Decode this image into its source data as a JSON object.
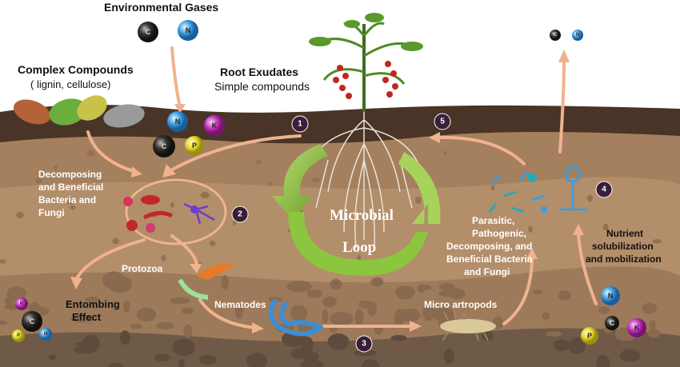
{
  "labels": {
    "environmental_gases": "Environmental Gases",
    "complex_compounds": "Complex Compounds",
    "complex_compounds_sub": "( lignin, cellulose)",
    "root_exudates": "Root Exudates",
    "simple_compounds": "Simple compounds",
    "decomposing": [
      "Decomposing",
      "and Beneficial",
      "Bacteria and",
      "Fungi"
    ],
    "protozoa": "Protozoa",
    "nematodes": "Nematodes",
    "micro_artropods": "Micro artropods",
    "entombing": [
      "Entombing",
      "Effect"
    ],
    "parasitic": [
      "Parasitic,",
      "Pathogenic,",
      "Decomposing, and",
      "Beneficial Bacteria",
      "and Fungi"
    ],
    "nutrient": [
      "Nutrient",
      "solubilization",
      "and mobilization"
    ],
    "microbial": "Microbial",
    "loop": "Loop"
  },
  "steps": [
    "1",
    "2",
    "3",
    "4",
    "5"
  ],
  "atoms": {
    "C": "C",
    "N": "N",
    "K": "K",
    "P": "P"
  },
  "colors": {
    "C": "#2e2a28",
    "N": "#3b9de0",
    "K": "#c234b8",
    "P": "#e5d92a",
    "arrow": "#f0b28f",
    "loop_green": "#8cc63f"
  }
}
